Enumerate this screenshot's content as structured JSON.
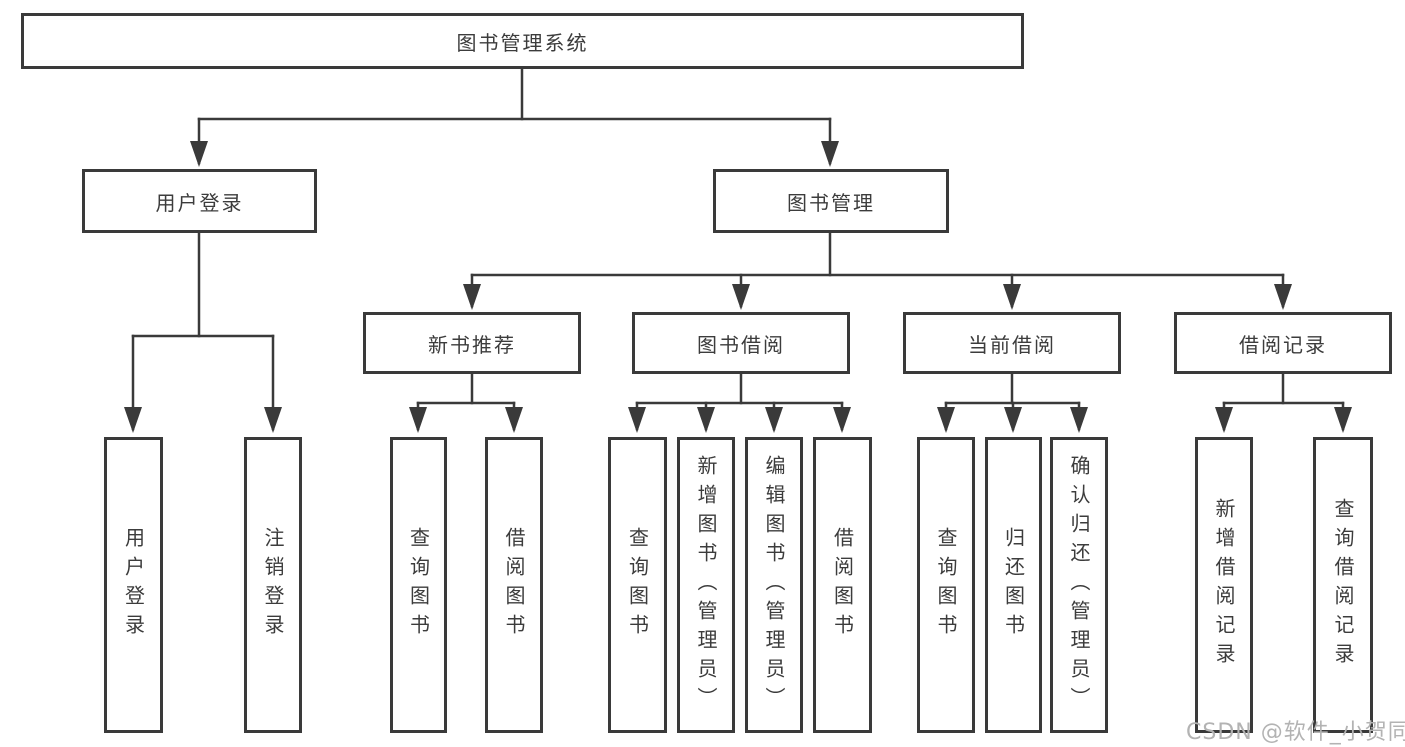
{
  "diagram": {
    "type": "tree",
    "root": {
      "label": "图书管理系统"
    },
    "branches": [
      {
        "label": "用户登录",
        "children": [
          {
            "label": "用户登录"
          },
          {
            "label": "注销登录"
          }
        ]
      },
      {
        "label": "图书管理",
        "children": [
          {
            "label": "新书推荐",
            "children": [
              {
                "label": "查询图书"
              },
              {
                "label": "借阅图书"
              }
            ]
          },
          {
            "label": "图书借阅",
            "children": [
              {
                "label": "查询图书"
              },
              {
                "label": "新增图书（管理员）"
              },
              {
                "label": "编辑图书（管理员）"
              },
              {
                "label": "借阅图书"
              }
            ]
          },
          {
            "label": "当前借阅",
            "children": [
              {
                "label": "查询图书"
              },
              {
                "label": "归还图书"
              },
              {
                "label": "确认归还（管理员）"
              }
            ]
          },
          {
            "label": "借阅记录",
            "children": [
              {
                "label": "新增借阅记录"
              },
              {
                "label": "查询借阅记录"
              }
            ]
          }
        ]
      }
    ]
  },
  "colors": {
    "line": "#3a3a3a",
    "box_background": "#ffffff",
    "text": "#3c3c3c",
    "watermark": "#b3b3b3"
  },
  "watermark": {
    "text": "CSDN @软件_小贺同学"
  }
}
